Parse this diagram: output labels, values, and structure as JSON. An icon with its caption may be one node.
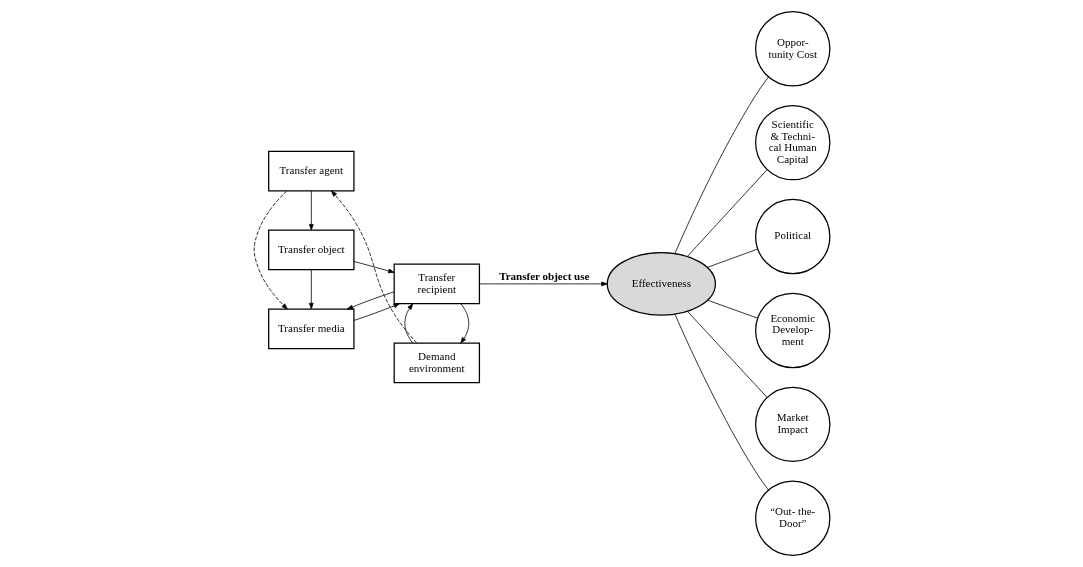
{
  "diagram": {
    "nodes": [
      {
        "text": [
          "Transfer agent"
        ]
      },
      {
        "text": [
          "Demand environment"
        ]
      },
      {
        "text": [
          "Transfer media"
        ]
      },
      {
        "text": [
          "Transfer recipient"
        ]
      },
      {
        "text": [
          "Transfer object"
        ]
      },
      {
        "text": [
          "Effectiveness"
        ]
      },
      {
        "text": [
          "Oppor- tunity Cost"
        ]
      },
      {
        "text": [
          "Scientific & Techni- cal Human Capital"
        ]
      },
      {
        "text": [
          "Political"
        ]
      },
      {
        "text": [
          "Economic Develop- ment"
        ]
      },
      {
        "text": [
          "Market Impact"
        ]
      },
      {
        "text": [
          "“Out- the- Door”"
        ]
      }
    ],
    "edges": [
      {
        "from": 1,
        "to": 0,
        "arrow": "to",
        "style": "dashed"
      },
      {
        "from": 0,
        "to": 2,
        "arrow": "to",
        "style": "dashed"
      },
      {
        "from": 2,
        "to": 3,
        "arrow": "to"
      },
      {
        "from": 3,
        "to": 2,
        "arrow": "to"
      },
      {
        "from": 3,
        "to": 1,
        "arrow": "to"
      },
      {
        "from": 1,
        "to": 3,
        "arrow": "to"
      },
      {
        "from": 4,
        "to": 2,
        "arrow": "to"
      },
      {
        "from": 4,
        "to": 3,
        "arrow": "to"
      },
      {
        "from": 0,
        "to": 4,
        "arrow": "to"
      },
      {
        "from": 3,
        "to": 5,
        "arrow": "to",
        "label": "Transfer object use"
      },
      {
        "from": 5,
        "to": 6,
        "arrow": "none"
      },
      {
        "from": 5,
        "to": 7,
        "arrow": "none"
      },
      {
        "from": 5,
        "to": 8,
        "arrow": "none"
      },
      {
        "from": 5,
        "to": 9,
        "arrow": "none"
      },
      {
        "from": 5,
        "to": 10,
        "arrow": "none"
      },
      {
        "from": 5,
        "to": 11,
        "arrow": "none"
      }
    ]
  }
}
